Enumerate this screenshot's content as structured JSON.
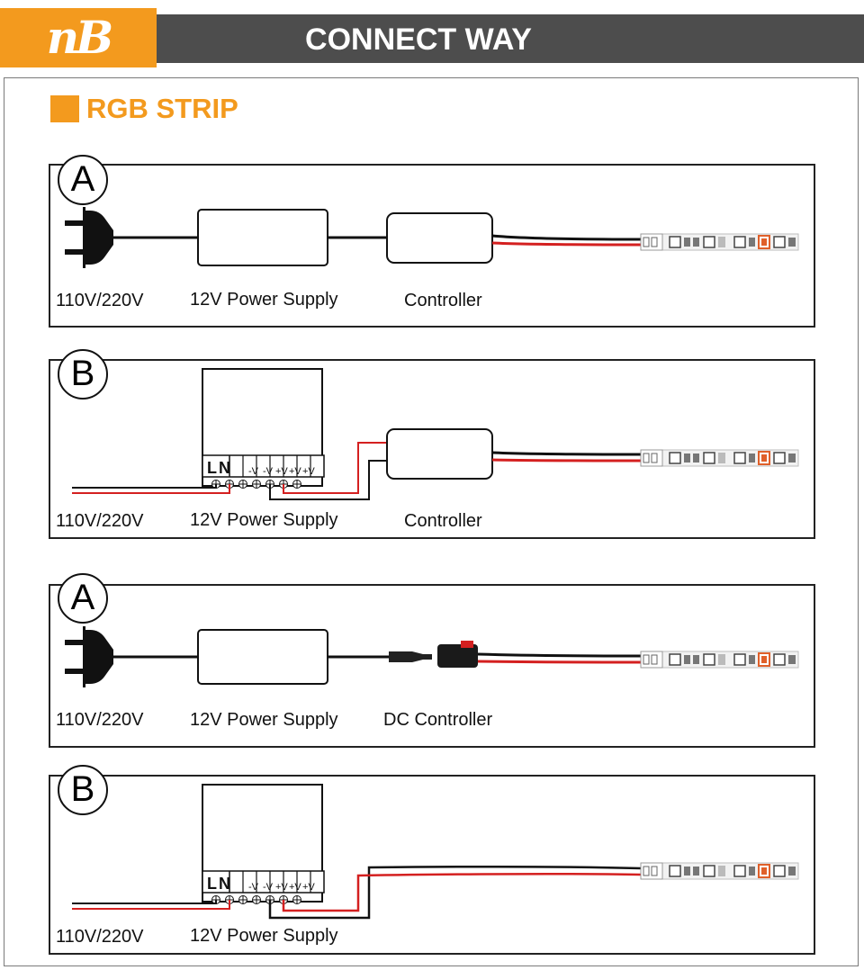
{
  "header": {
    "logo_text": "nB",
    "title": "CONNECT WAY",
    "colors": {
      "accent": "#f39a1e",
      "title_bar": "#4d4d4d"
    }
  },
  "section": {
    "title": "RGB STRIP"
  },
  "diagrams": [
    {
      "letter": "A",
      "labels": {
        "mains": "110V/220V",
        "psu": "12V Power Supply",
        "controller": "Controller"
      }
    },
    {
      "letter": "B",
      "labels": {
        "mains": "110V/220V",
        "psu": "12V Power Supply",
        "controller": "Controller"
      },
      "terminals": {
        "l": "L",
        "n": "N",
        "neg1": "-V",
        "neg2": "-V",
        "pos1": "+V",
        "pos2": "+V",
        "pos3": "+V"
      }
    },
    {
      "letter": "A",
      "labels": {
        "mains": "110V/220V",
        "psu": "12V Power Supply",
        "controller": "DC Controller"
      }
    },
    {
      "letter": "B",
      "labels": {
        "mains": "110V/220V",
        "psu": "12V Power Supply"
      },
      "terminals": {
        "l": "L",
        "n": "N",
        "neg1": "-V",
        "neg2": "-V",
        "pos1": "+V",
        "pos2": "+V",
        "pos3": "+V"
      }
    }
  ],
  "colors": {
    "wire_red": "#d42020",
    "wire_black": "#111111",
    "led_chip": "#e0602a"
  }
}
